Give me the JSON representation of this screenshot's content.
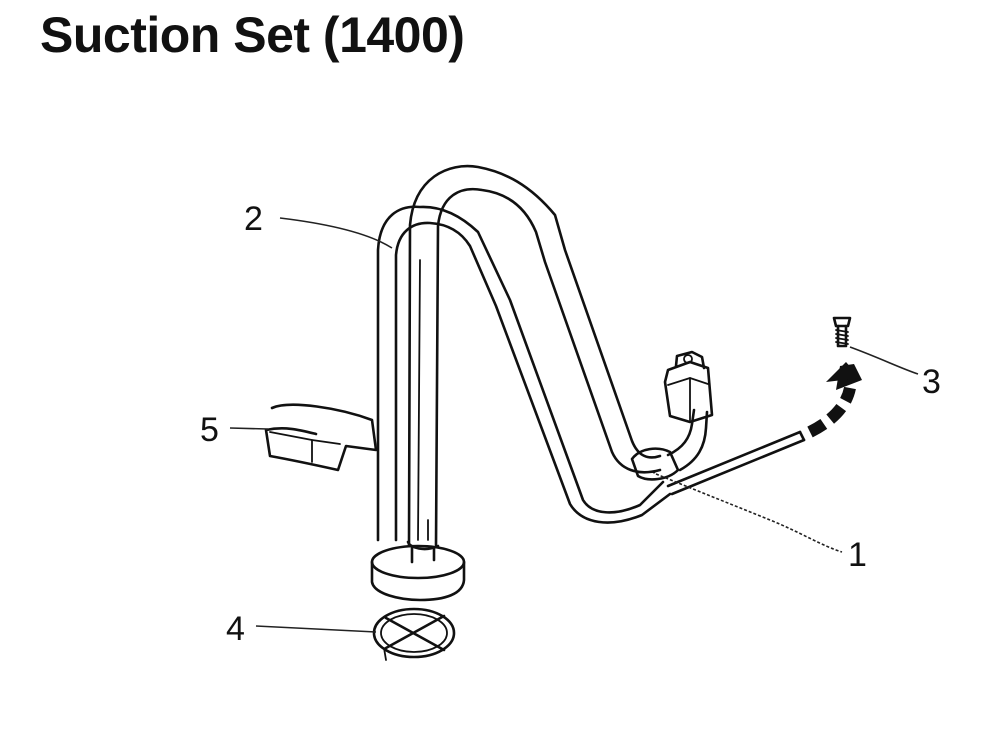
{
  "title": "Suction Set (1400)",
  "callouts": {
    "c1": "1",
    "c2": "2",
    "c3": "3",
    "c4": "4",
    "c5": "5"
  },
  "colors": {
    "ink": "#111111",
    "background": "#ffffff"
  }
}
